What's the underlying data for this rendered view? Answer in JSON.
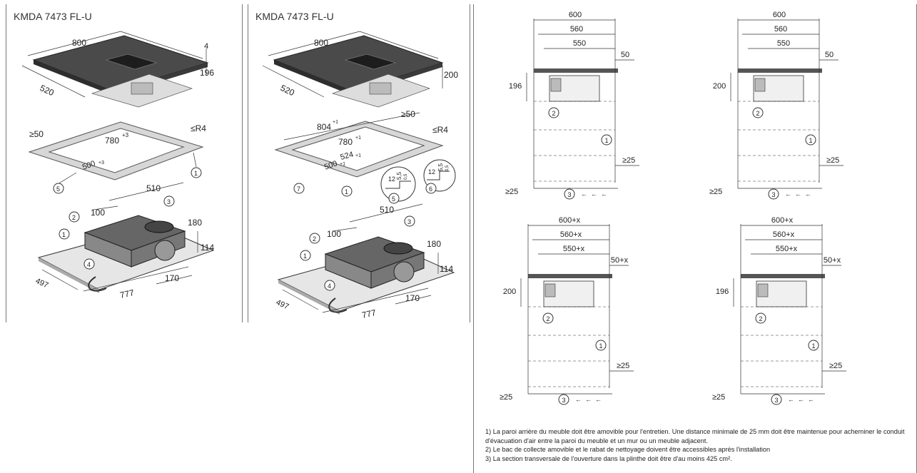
{
  "panels": [
    {
      "model": "KMDA 7473 FL-U",
      "hob": {
        "width": "800",
        "depth": "520",
        "glass": "4",
        "height": "196"
      },
      "frame": {
        "min_gap": "≥50",
        "cut_w": "780",
        "cut_w_tol": "+3",
        "cut_d": "500",
        "cut_d_tol": "+3",
        "radius": "≤R4",
        "callouts": [
          "1",
          "5"
        ]
      },
      "unit": {
        "width": "510",
        "offset": "100",
        "depth": "180",
        "height": "114",
        "base_d": "497",
        "base_w": "777",
        "outlet": "170",
        "callouts": [
          "1",
          "2",
          "3",
          "4"
        ]
      }
    },
    {
      "model": "KMDA 7473 FL-U",
      "hob": {
        "width": "800",
        "depth": "520",
        "height": "200"
      },
      "frame": {
        "outer_w": "804",
        "outer_w_tol": "+1",
        "min_gap": "≥50",
        "cut_w": "780",
        "cut_w_tol": "+1",
        "mid": "524",
        "mid_tol": "+1",
        "cut_d": "500",
        "cut_d_tol": "+1",
        "radius": "≤R4",
        "detail_a": {
          "w": "12",
          "h": "5,5",
          "t": "0,5"
        },
        "detail_b": {
          "w": "12",
          "h": "5,5",
          "t": "0,5"
        },
        "callouts": [
          "7",
          "1",
          "5",
          "6"
        ]
      },
      "unit": {
        "width": "510",
        "offset": "100",
        "depth": "180",
        "height": "114",
        "base_d": "497",
        "base_w": "777",
        "outlet": "170",
        "callouts": [
          "1",
          "2",
          "3",
          "4"
        ]
      }
    }
  ],
  "sections": [
    {
      "d600": "600",
      "d560": "560",
      "d550": "550",
      "d50": "50",
      "height": "196",
      "gap": "≥25",
      "plinth": "≥25",
      "callouts": [
        "2",
        "1",
        "3"
      ]
    },
    {
      "d600": "600",
      "d560": "560",
      "d550": "550",
      "d50": "50",
      "height": "200",
      "gap": "≥25",
      "plinth": "≥25",
      "callouts": [
        "2",
        "1",
        "3"
      ]
    },
    {
      "d600": "600+x",
      "d560": "560+x",
      "d550": "550+x",
      "d50": "50+x",
      "height": "200",
      "gap": "≥25",
      "plinth": "≥25",
      "callouts": [
        "2",
        "1",
        "3"
      ]
    },
    {
      "d600": "600+x",
      "d560": "560+x",
      "d550": "550+x",
      "d50": "50+x",
      "height": "196",
      "gap": "≥25",
      "plinth": "≥25",
      "callouts": [
        "2",
        "1",
        "3"
      ]
    }
  ],
  "notes": [
    "1) La paroi arrière du meuble doit être amovible pour l'entretien. Une distance minimale de 25 mm doit être maintenue pour acheminer le conduit d'évacuation d'air entre la paroi du meuble et un mur ou un meuble adjacent.",
    "2) Le bac de collecte amovible et le rabat de nettoyage doivent être accessibles après l'installation",
    "3) La section transversale de l'ouverture dans la plinthe doit être d'au moins 425 cm²."
  ]
}
